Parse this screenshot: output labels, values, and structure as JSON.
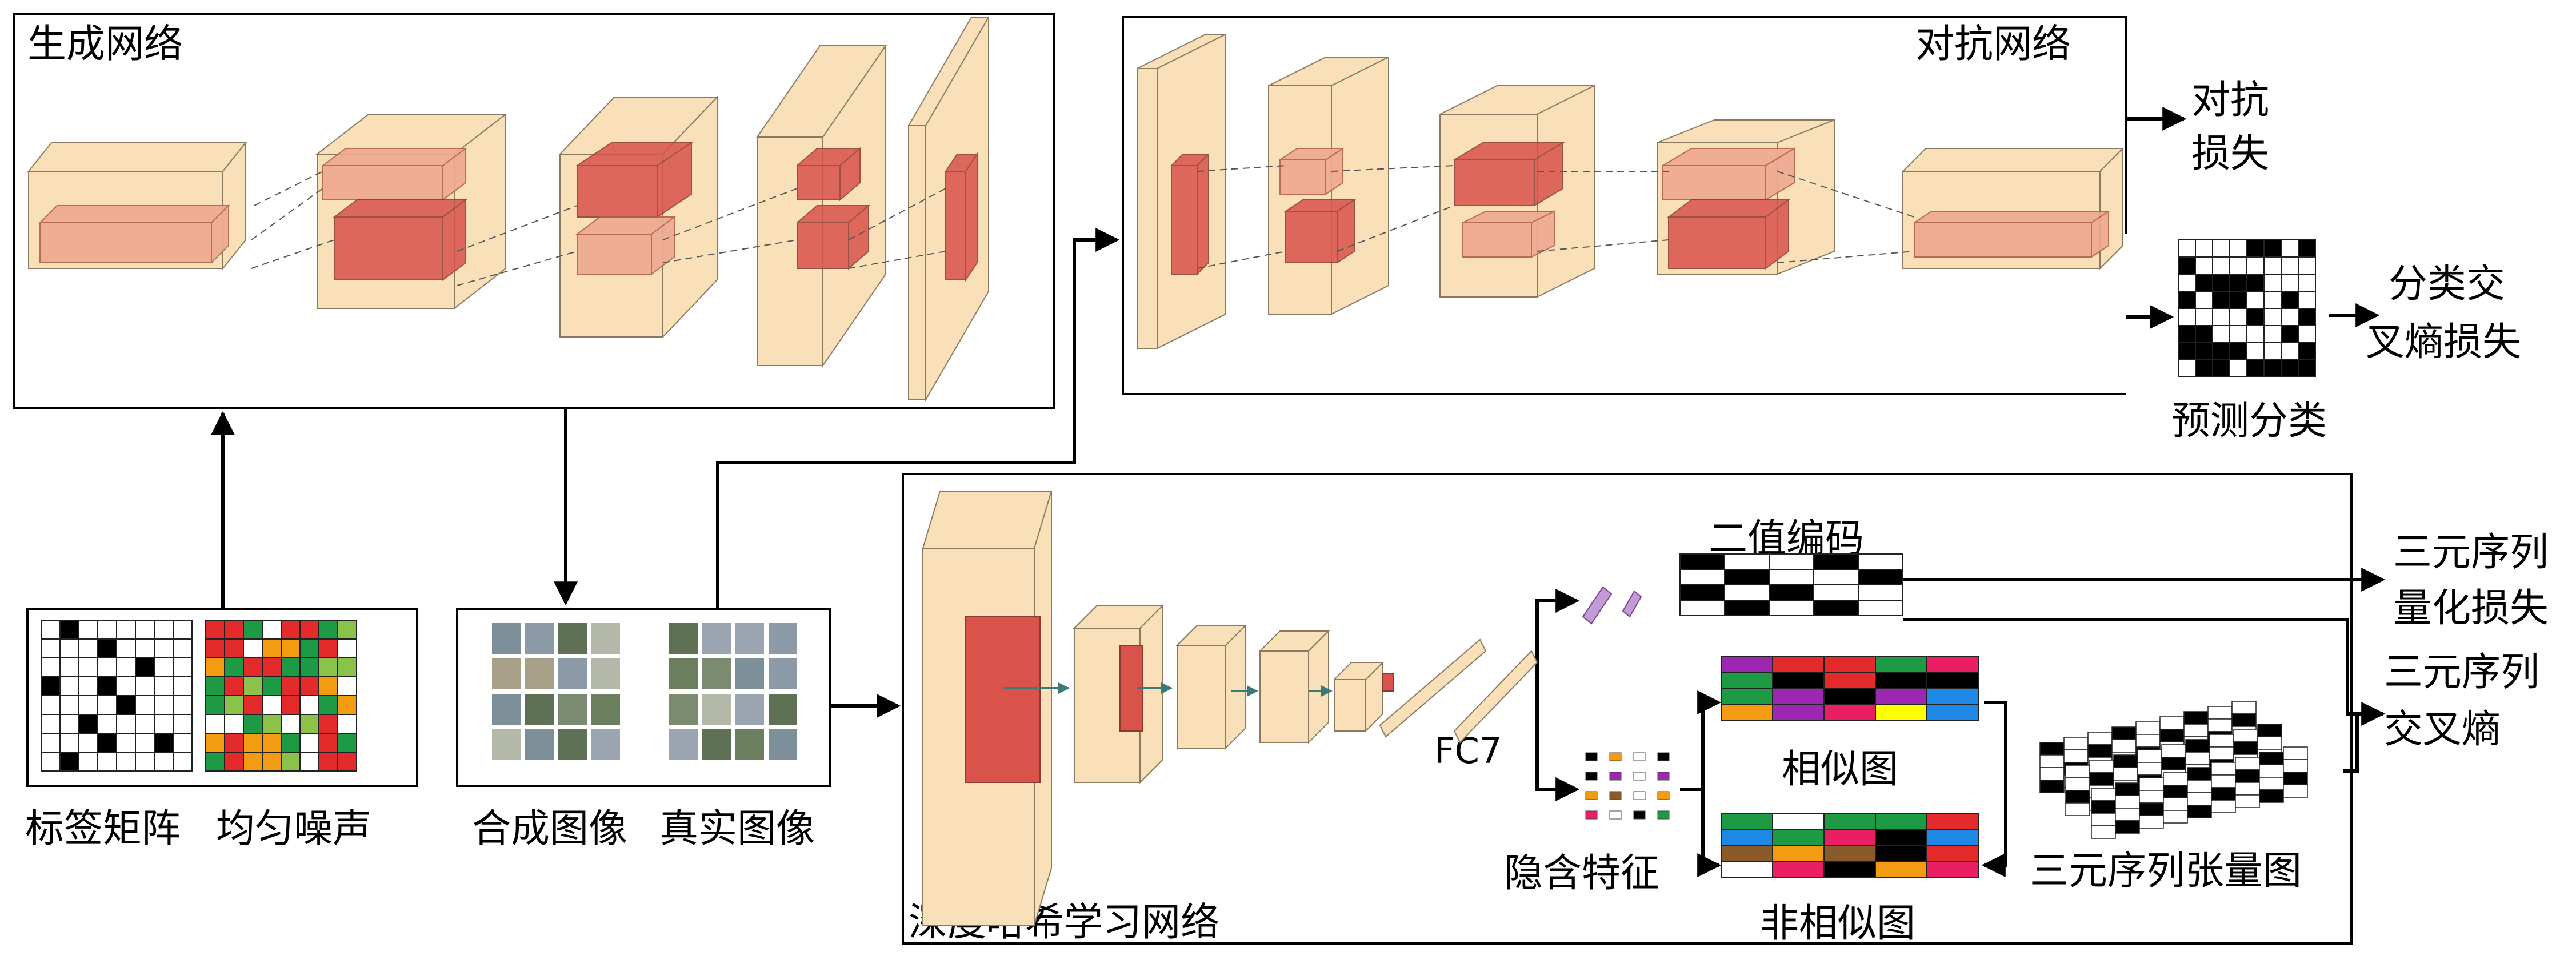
{
  "labels": {
    "gen_net": "生成网络",
    "adv_net": "对抗网络",
    "adv_loss": [
      "对抗",
      "损失"
    ],
    "cls_loss": [
      "分类交",
      "叉熵损失"
    ],
    "pred_cls": "预测分类",
    "label_matrix": "标签矩阵",
    "uniform_noise": "均匀噪声",
    "synth_image": "合成图像",
    "real_image": "真实图像",
    "deep_hash": "深度哈希学习网络",
    "binary_code": "二值编码",
    "fc7": "FC7",
    "hidden_feature": "隐含特征",
    "similar_map": "相似图",
    "dissimilar_map": "非相似图",
    "triplet_quant_loss": [
      "三元序列",
      "量化损失"
    ],
    "triplet_ce": [
      "三元序列",
      "交叉熵"
    ],
    "triplet_tensor": "三元序列张量图"
  },
  "colors": {
    "block_fill": "#f9e0b8",
    "block_stroke": "#8a7a60",
    "kernel_fill": "#d9534a",
    "kernel_light": "#efa890",
    "arrow": "#000000",
    "noise_palette": [
      "#1e9a45",
      "#ffffff",
      "#e32b2b",
      "#f39c12",
      "#8bc34a"
    ],
    "map_palette": [
      "#1e9a45",
      "#e32b2b",
      "#ffff00",
      "#1e88e5",
      "#000000",
      "#8b5a2b",
      "#e91e63",
      "#9c27b0",
      "#ffffff",
      "#f39c12"
    ]
  },
  "icons": {
    "arrow": "arrow-icon",
    "tile_images": "aerial-image-thumbnail"
  }
}
